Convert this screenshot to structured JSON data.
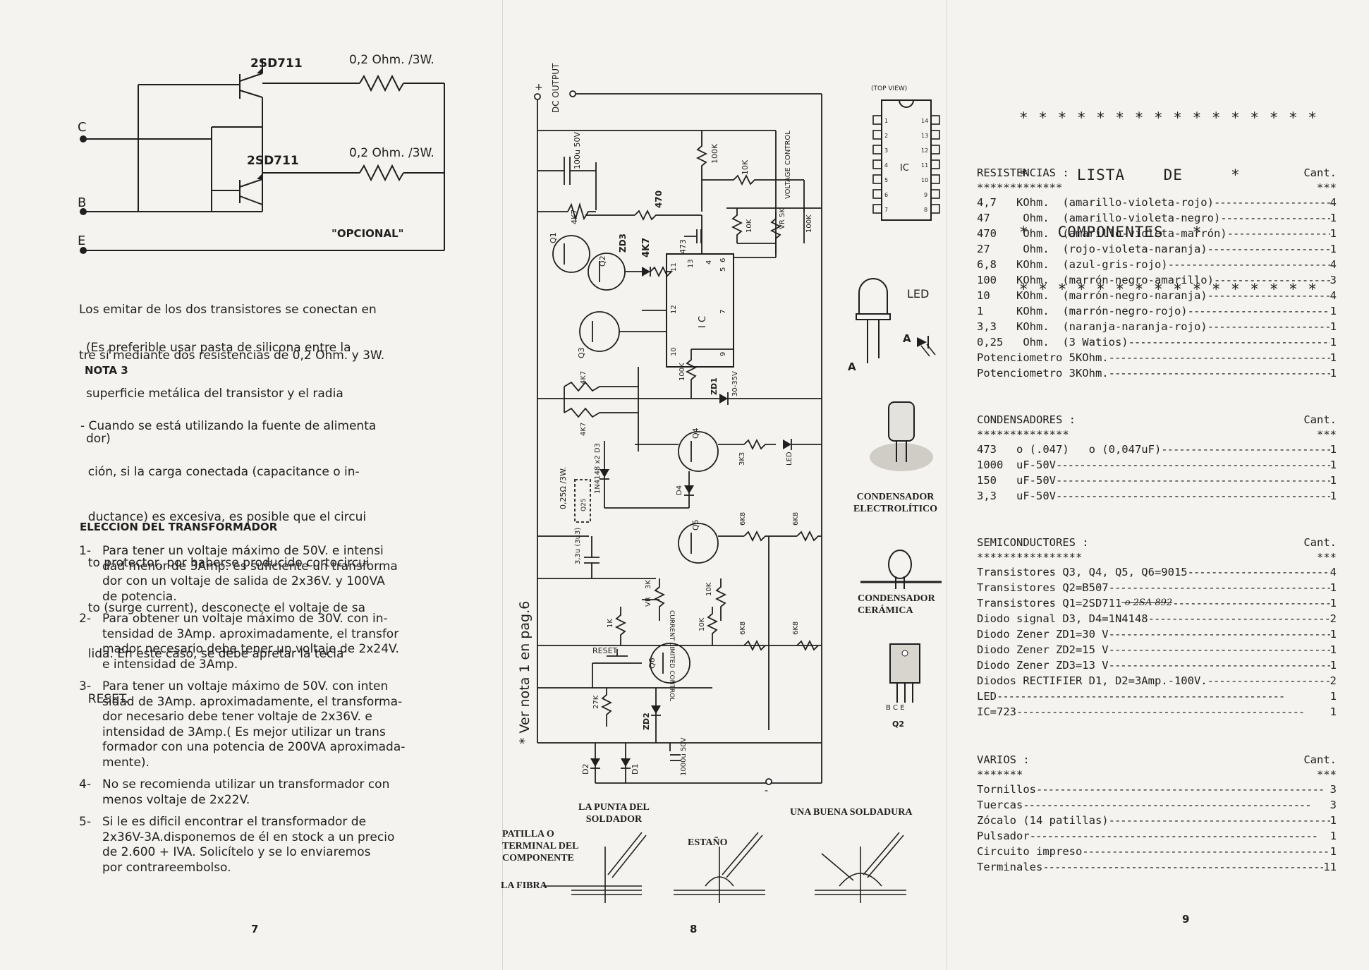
{
  "page7": {
    "diagram": {
      "t1_label": "2SD711",
      "t2_label": "2SD711",
      "r1_label": "0,2 Ohm. /3W.",
      "r2_label": "0,2 Ohm. /3W.",
      "terminal_c": "C",
      "terminal_b": "B",
      "terminal_e": "E",
      "optional": "\"OPCIONAL\""
    },
    "intro_lines": [
      "Los emitar de los dos transistores se conectan en",
      "tre sí mediante dos resistencias de 0,2 Ohm. y 3W."
    ],
    "paste_lines": [
      "(Es preferible usar pasta de silicona entre la",
      "superficie metálica del transistor y el radia",
      "dor)"
    ],
    "nota3_title": "NOTA 3",
    "nota3_lines": [
      "- Cuando se está utilizando la fuente de alimenta",
      "  ción, si la carga conectada (capacitance o in-",
      "  ductance) es excesiva, es posible que el circui",
      "  to protector, por haberse producido cortocircui",
      "  to (surge current), desconecte el voltaje de sa",
      "  lida. En este caso, se debe apretar la tecla",
      "  RESET."
    ],
    "transformer_title": "ELECCION DEL TRANSFORMADOR",
    "transformer_items": [
      {
        "num": "1-",
        "text": "Para tener un voltaje máximo de 50V. e intensi\ndad menor de 3Amp. es suficiente un transforma\ndor con un voltaje de salida de 2x36V. y 100VA\nde potencia."
      },
      {
        "num": "2-",
        "text": "Para obtener un voltaje máximo de 30V. con in-\ntensidad de 3Amp. aproximadamente, el transfor\nmador necesario debe tener un voltaje de 2x24V.\ne intensidad de 3Amp."
      },
      {
        "num": "3-",
        "text": "Para tener un voltaje máximo de 50V. con inten\nsidad de 3Amp. aproximadamente, el transforma-\ndor necesario debe tener voltaje de 2x36V. e\nintensidad de 3Amp.( Es mejor utilizar un trans\nformador con una potencia de 200VA aproximada-\nmente)."
      },
      {
        "num": "4-",
        "text": "No se recomienda utilizar un transformador con\nmenos voltaje de 2x22V."
      },
      {
        "num": "5-",
        "text": "Si le es dificil encontrar el transformador de\n2x36V-3A.disponemos de él en stock a un precio\nde 2.600 + IVA. Solicítelo y se lo enviaremos\npor contrareembolso."
      }
    ],
    "page_number": "7"
  },
  "page8": {
    "dc_output": "DC OUTPUT",
    "plus": "+",
    "minus": "-",
    "labels": {
      "c100u": "100u 50V",
      "r4k7a": "4K7",
      "r470": "470",
      "r100k_top": "100K",
      "r10k_top": "10K",
      "voltage_control": "VOLTAGE CONTROL",
      "vr5k": "VR 5K",
      "r10k_b": "10K",
      "r100k_b": "100K",
      "zd3": "ZD3",
      "r4k7b": "4K7",
      "c473": "473",
      "q1": "Q1",
      "q2": "Q2",
      "q3": "Q3",
      "q4": "Q4",
      "q5": "Q5",
      "q6": "Q6",
      "ic": "I C",
      "pin11": "11",
      "pin12": "12",
      "pin10": "10",
      "pin4": "4",
      "pin5": "5",
      "pin6": "6",
      "pin7": "7",
      "pin9": "9",
      "pin13": "13",
      "r4k7c": "4K7",
      "r100k_c": "100K",
      "zd1": "ZD1",
      "zd1v": "30-35V",
      "r4k7d": "4K7",
      "r3k3": "3K3",
      "led": "LED",
      "d3": "1N4148 x2 D3",
      "d4": "D4",
      "r025": "0,25Ω /3W.",
      "q25": "Q25",
      "r6k8a": "6K8",
      "r6k8b": "6K8",
      "c33u": "3,3u (3u3)",
      "r3k": "3K",
      "vr_label": "VR",
      "current_control": "CURRENT LIMITED CONTROL",
      "r10k_c": "10K",
      "r10k_d": "10K",
      "r1k": "1K",
      "r6k8c": "6K8",
      "r6k8d": "6K8",
      "reset": "RESET",
      "r27k": "27K",
      "zd2": "ZD2",
      "d2": "D2",
      "d1": "D1",
      "c1000u": "1000u 50V",
      "ver_nota": "* Ver nota 1 en pag.6"
    },
    "solder": {
      "tip": "LA PUNTA DEL\nSOLDADOR",
      "good": "UNA BUENA SOLDADURA",
      "terminal": "PATILLA O\nTERMINAL DEL\nCOMPONENTE",
      "tin": "ESTAÑO",
      "fiber": "LA FIBRA"
    },
    "page_number": "8"
  },
  "page9": {
    "top_view": "(TOP VIEW)",
    "ic_label": "IC",
    "ic_pins_left": [
      "1",
      "2",
      "3",
      "4",
      "5",
      "6",
      "7"
    ],
    "ic_pins_right": [
      "14",
      "13",
      "12",
      "11",
      "10",
      "9",
      "8"
    ],
    "led_label": "LED",
    "led_a": "A",
    "led_k": "A",
    "electrolytic": "CONDENSADOR\nELECTROLÍTICO",
    "ceramic": "CONDENSADOR\nCERÁMICA",
    "bce": "B C E",
    "q2": "Q2",
    "title_lines": [
      "* * * * * * * * * * * * * * * *",
      "*     LISTA    DE     *",
      "*   COMPONENTES   *",
      "* * * * * * * * * * * * * * * *"
    ],
    "qty_header": "Cant.",
    "qty_stars": "***",
    "resistencias": {
      "title": "RESISTENCIAS :",
      "stars": "*************",
      "rows": [
        {
          "label": "4,7   KOhm.  (amarillo-violeta-rojo)",
          "qty": "4"
        },
        {
          "label": "47     Ohm.  (amarillo-violeta-negro)",
          "qty": "1"
        },
        {
          "label": "470    Ohm.  (amarillo-violeta-marrón)",
          "qty": "1"
        },
        {
          "label": "27     Ohm.  (rojo-violeta-naranja)",
          "qty": "1"
        },
        {
          "label": "6,8   KOhm.  (azul-gris-rojo)",
          "qty": "4"
        },
        {
          "label": "100   KOhm.  (marrón-negro-amarillo)",
          "qty": "3"
        },
        {
          "label": "10    KOhm.  (marrón-negro-naranja)",
          "qty": "4"
        },
        {
          "label": "1     KOhm.  (marrón-negro-rojo)",
          "qty": "1"
        },
        {
          "label": "3,3   KOhm.  (naranja-naranja-rojo)",
          "qty": "1"
        },
        {
          "label": "0,25   Ohm.  (3 Watios)",
          "qty": "1"
        },
        {
          "label": "Potenciometro 5KOhm.",
          "qty": "1"
        },
        {
          "label": "Potenciometro 3KOhm.",
          "qty": "1"
        }
      ]
    },
    "condensadores": {
      "title": "CONDENSADORES :",
      "stars": "**************",
      "rows": [
        {
          "label": "473   o (.047)   o (0,047uF)",
          "qty": "1"
        },
        {
          "label": "1000  uF-50V",
          "qty": "1"
        },
        {
          "label": "150   uF-50V",
          "qty": "1"
        },
        {
          "label": "3,3   uF-50V",
          "qty": "1"
        }
      ]
    },
    "semiconductores": {
      "title": "SEMICONDUCTORES :",
      "stars": "****************",
      "rows": [
        {
          "label": "Transistores Q3, Q4, Q5, Q6=9015",
          "qty": "4"
        },
        {
          "label": "Transistores Q2=B507",
          "qty": "1"
        },
        {
          "label": "Transistores Q1=2SD711",
          "strike": "-o 2SA 892",
          "qty": "1"
        },
        {
          "label": "Diodo signal D3, D4=1N4148",
          "qty": "2"
        },
        {
          "label": "Diodo Zener ZD1=30 V",
          "qty": "1"
        },
        {
          "label": "Diodo Zener ZD2=15 V",
          "qty": "1"
        },
        {
          "label": "Diodo Zener ZD3=13 V",
          "qty": "1"
        },
        {
          "label": "Diodos RECTIFIER D1, D2=3Amp.-100V.",
          "qty": "2"
        },
        {
          "label": "LED",
          "qty": "1"
        },
        {
          "label": "IC=723",
          "qty": "1"
        }
      ]
    },
    "varios": {
      "title": "VARIOS :",
      "stars": "*******",
      "rows": [
        {
          "label": "Tornillos",
          "qty": "3"
        },
        {
          "label": "Tuercas",
          "qty": "3"
        },
        {
          "label": "Zócalo (14 patillas)",
          "qty": "1"
        },
        {
          "label": "Pulsador",
          "qty": "1"
        },
        {
          "label": "Circuito impreso",
          "qty": "1"
        },
        {
          "label": "Terminales",
          "qty": "11"
        }
      ]
    },
    "page_number": "9"
  }
}
